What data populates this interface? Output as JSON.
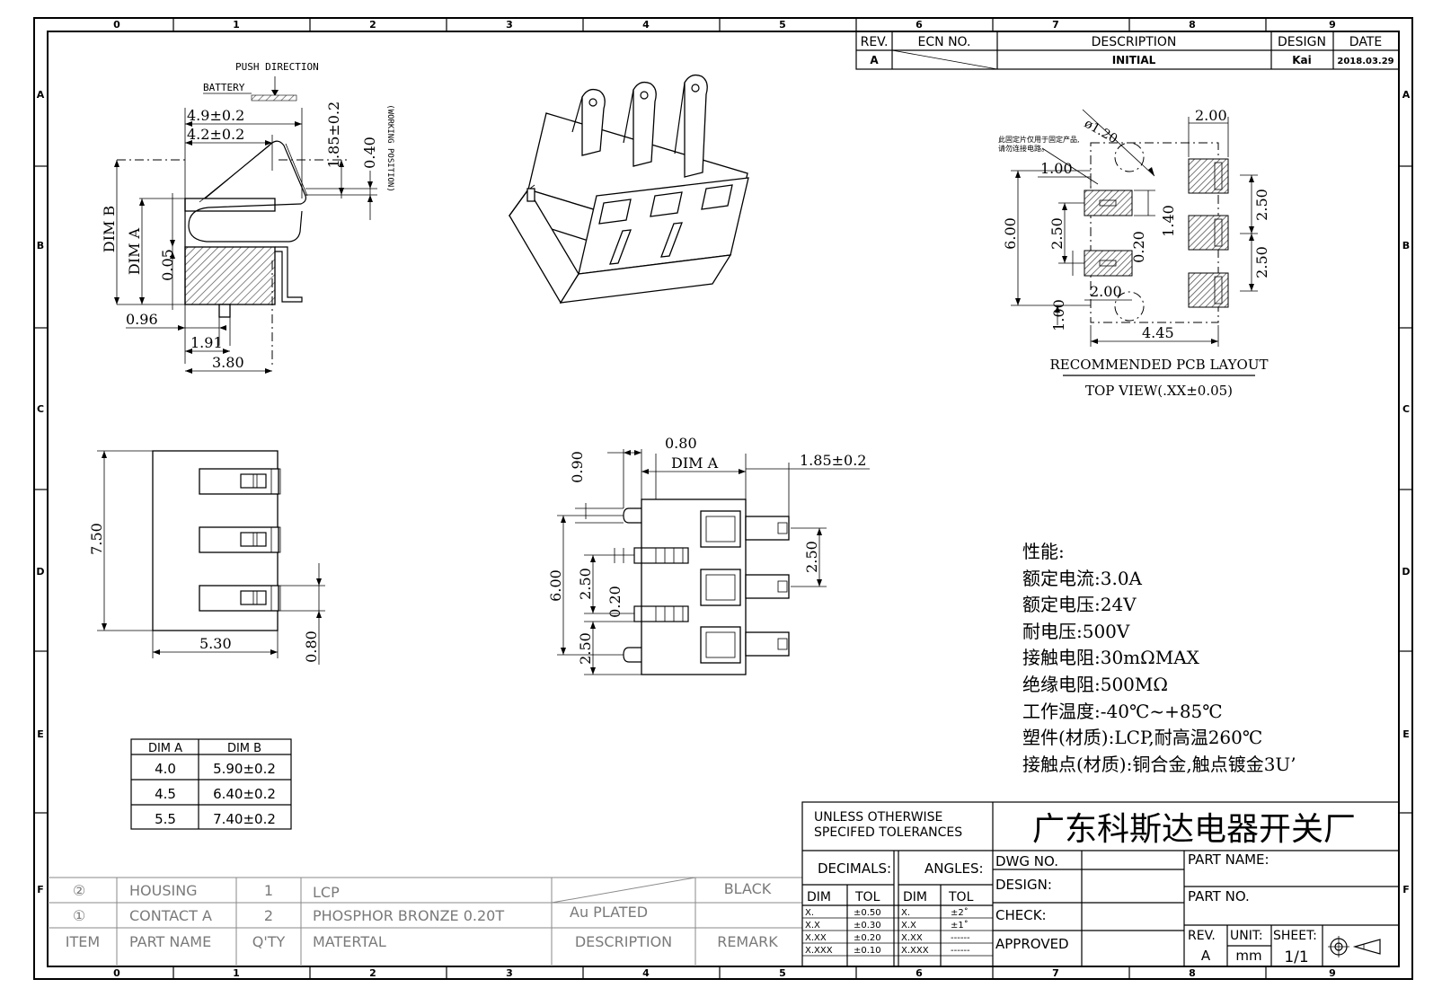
{
  "zones": {
    "columns": [
      "0",
      "1",
      "2",
      "3",
      "4",
      "5",
      "6",
      "7",
      "8",
      "9"
    ],
    "rows": [
      "A",
      "B",
      "C",
      "D",
      "E",
      "F"
    ]
  },
  "revision_block": {
    "headers": [
      "REV.",
      "ECN NO.",
      "DESCRIPTION",
      "DESIGN",
      "DATE"
    ],
    "row": {
      "rev": "A",
      "description": "INITIAL",
      "design": "Kai",
      "date": "2018.03.29"
    }
  },
  "side_view": {
    "push_direction": "PUSH DIRECTION",
    "battery": "BATTERY",
    "dim_49": "4.9±0.2",
    "dim_42": "4.2±0.2",
    "dim_185": "1.85±0.2",
    "dim_040": "0.40",
    "working_position": "(WORKING POSITION)",
    "dim_b": "DIM B",
    "dim_a": "DIM A",
    "dim_005": "0.05",
    "dim_096": "0.96",
    "dim_191": "1.91",
    "dim_380": "3.80"
  },
  "pcb_layout": {
    "dim_phi120": "ø1.20",
    "note_line1": "此固定片仅用于固定产品,",
    "note_line2": "请勿连接电路。",
    "dim_100_top": "1.00",
    "dim_200_top": "2.00",
    "dim_600": "6.00",
    "dim_250_left": "2.50",
    "dim_140": "1.40",
    "dim_020": "0.20",
    "dim_200_mid": "2.00",
    "dim_100_bot": "1.00",
    "dim_250_r1": "2.50",
    "dim_250_r2": "2.50",
    "dim_445": "4.45",
    "title": "RECOMMENDED PCB LAYOUT",
    "subtitle": "TOP VIEW(.XX±0.05)"
  },
  "front_view": {
    "dim_750": "7.50",
    "dim_530": "5.30",
    "dim_080": "0.80"
  },
  "bottom_view": {
    "dim_090": "0.90",
    "dim_080": "0.80",
    "dim_a": "DIM A",
    "dim_185": "1.85±0.2",
    "dim_250_right": "2.50",
    "dim_600": "6.00",
    "dim_250_left": "2.50",
    "dim_020": "0.20",
    "dim_250_bot": "2.50"
  },
  "dim_table": {
    "headers": [
      "DIM A",
      "DIM B"
    ],
    "rows": [
      [
        "4.0",
        "5.90±0.2"
      ],
      [
        "4.5",
        "6.40±0.2"
      ],
      [
        "5.5",
        "7.40±0.2"
      ]
    ]
  },
  "specs": [
    "性能:",
    "额定电流:3.0A",
    "额定电压:24V",
    "耐电压:500V",
    "接触电阻:30mΩMAX",
    "绝缘电阻:500MΩ",
    "工作温度:-40℃~+85℃",
    "塑件(材质):LCP,耐高温260℃",
    "接触点(材质):铜合金,触点镀金3U’"
  ],
  "bom": {
    "rows": [
      {
        "item": "②",
        "part": "HOUSING",
        "qty": "1",
        "material": "LCP",
        "desc": "",
        "remark": "BLACK"
      },
      {
        "item": "①",
        "part": "CONTACT A",
        "qty": "2",
        "material": "PHOSPHOR BRONZE 0.20T",
        "desc": "Au PLATED",
        "remark": ""
      }
    ],
    "header": {
      "item": "ITEM",
      "part": "PART NAME",
      "qty": "Q'TY",
      "material": "MATERTAL",
      "desc": "DESCRIPTION",
      "remark": "REMARK"
    }
  },
  "title_block": {
    "tol_line1": "UNLESS OTHERWISE",
    "tol_line2": "SPECIFED TOLERANCES",
    "company": "广东科斯达电器开关厂",
    "decimals": "DECIMALS:",
    "angles": "ANGLES:",
    "dim": "DIM",
    "tol": "TOL",
    "dec_rows": [
      [
        "X.",
        "±0.50"
      ],
      [
        "X.X",
        "±0.30"
      ],
      [
        "X.XX",
        "±0.20"
      ],
      [
        "X.XXX",
        "±0.10"
      ]
    ],
    "ang_rows": [
      [
        "X.",
        "±2˚"
      ],
      [
        "X.X",
        "±1˚"
      ],
      [
        "X.XX",
        "------"
      ],
      [
        "X.XXX",
        "------"
      ]
    ],
    "dwg_no": "DWG NO.",
    "design": "DESIGN:",
    "check": "CHECK:",
    "approved": "APPROVED",
    "part_name": "PART NAME:",
    "part_no": "PART NO.",
    "rev_label": "REV.",
    "rev_value": "A",
    "unit_label": "UNIT:",
    "unit_value": "mm",
    "sheet_label": "SHEET:",
    "sheet_value": "1/1"
  }
}
